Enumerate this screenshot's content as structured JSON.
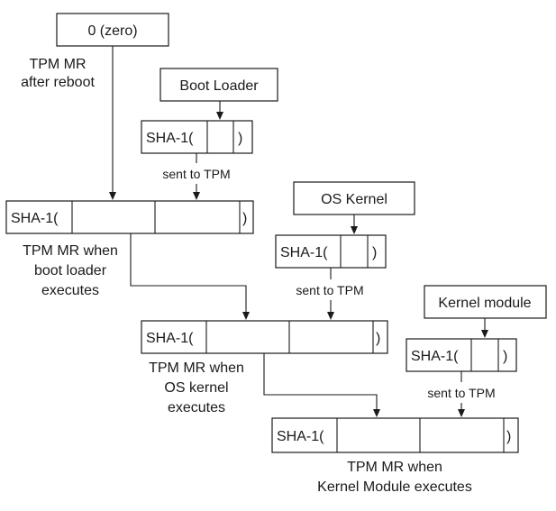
{
  "zero_box": {
    "label": "0 (zero)"
  },
  "caption_after_reboot": {
    "line1": "TPM MR",
    "line2": "after reboot"
  },
  "boot_loader": {
    "label": "Boot Loader",
    "hash_prefix": "SHA-1(",
    "hash_suffix": ")",
    "sent": "sent to TPM"
  },
  "mr_boot": {
    "prefix": "SHA-1(",
    "suffix": ")",
    "line1": "TPM MR when",
    "line2": "boot loader",
    "line3": "executes"
  },
  "os_kernel": {
    "label": "OS Kernel",
    "hash_prefix": "SHA-1(",
    "hash_suffix": ")",
    "sent": "sent to TPM"
  },
  "mr_os": {
    "prefix": "SHA-1(",
    "suffix": ")",
    "line1": "TPM MR when",
    "line2": "OS kernel",
    "line3": "executes"
  },
  "kernel_module": {
    "label": "Kernel module",
    "hash_prefix": "SHA-1(",
    "hash_suffix": ")",
    "sent": "sent to TPM"
  },
  "mr_km": {
    "prefix": "SHA-1(",
    "suffix": ")",
    "line1": "TPM MR when",
    "line2": "Kernel Module executes"
  }
}
